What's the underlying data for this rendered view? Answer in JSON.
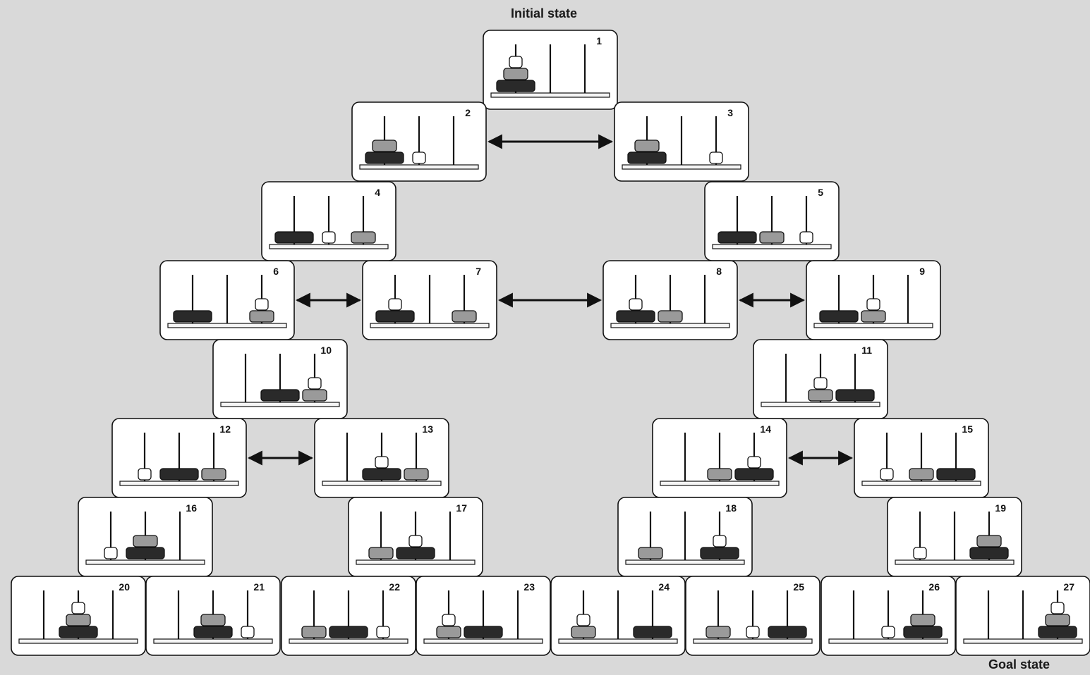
{
  "labels": {
    "initial": "Initial state",
    "goal": "Goal state"
  },
  "colors": {
    "background": "#d9d9d9",
    "panel": "#ffffff",
    "large_disk": "#2a2a2a",
    "medium_disk": "#9a9a9a",
    "small_disk": "#ffffff",
    "edge": "#111111"
  },
  "states": [
    {
      "id": 1,
      "label": "1",
      "pegs": [
        [
          "L",
          "M",
          "S"
        ],
        [],
        []
      ]
    },
    {
      "id": 2,
      "label": "2",
      "pegs": [
        [
          "L",
          "M"
        ],
        [
          "S"
        ],
        []
      ]
    },
    {
      "id": 3,
      "label": "3",
      "pegs": [
        [
          "L",
          "M"
        ],
        [],
        [
          "S"
        ]
      ]
    },
    {
      "id": 4,
      "label": "4",
      "pegs": [
        [
          "L"
        ],
        [
          "S"
        ],
        [
          "M"
        ]
      ]
    },
    {
      "id": 5,
      "label": "5",
      "pegs": [
        [
          "L"
        ],
        [
          "M"
        ],
        [
          "S"
        ]
      ]
    },
    {
      "id": 6,
      "label": "6",
      "pegs": [
        [
          "L"
        ],
        [],
        [
          "M",
          "S"
        ]
      ]
    },
    {
      "id": 7,
      "label": "7",
      "pegs": [
        [
          "L",
          "S"
        ],
        [],
        [
          "M"
        ]
      ]
    },
    {
      "id": 8,
      "label": "8",
      "pegs": [
        [
          "L",
          "S"
        ],
        [
          "M"
        ],
        []
      ]
    },
    {
      "id": 9,
      "label": "9",
      "pegs": [
        [
          "L"
        ],
        [
          "M",
          "S"
        ],
        []
      ]
    },
    {
      "id": 10,
      "label": "10",
      "pegs": [
        [],
        [
          "L"
        ],
        [
          "M",
          "S"
        ]
      ]
    },
    {
      "id": 11,
      "label": "11",
      "pegs": [
        [],
        [
          "M",
          "S"
        ],
        [
          "L"
        ]
      ]
    },
    {
      "id": 12,
      "label": "12",
      "pegs": [
        [
          "S"
        ],
        [
          "L"
        ],
        [
          "M"
        ]
      ]
    },
    {
      "id": 13,
      "label": "13",
      "pegs": [
        [],
        [
          "L",
          "S"
        ],
        [
          "M"
        ]
      ]
    },
    {
      "id": 14,
      "label": "14",
      "pegs": [
        [],
        [
          "M"
        ],
        [
          "L",
          "S"
        ]
      ]
    },
    {
      "id": 15,
      "label": "15",
      "pegs": [
        [
          "S"
        ],
        [
          "M"
        ],
        [
          "L"
        ]
      ]
    },
    {
      "id": 16,
      "label": "16",
      "pegs": [
        [
          "S"
        ],
        [
          "L",
          "M"
        ],
        []
      ]
    },
    {
      "id": 17,
      "label": "17",
      "pegs": [
        [
          "M"
        ],
        [
          "L",
          "S"
        ],
        []
      ]
    },
    {
      "id": 18,
      "label": "18",
      "pegs": [
        [
          "M"
        ],
        [],
        [
          "L",
          "S"
        ]
      ]
    },
    {
      "id": 19,
      "label": "19",
      "pegs": [
        [
          "S"
        ],
        [],
        [
          "L",
          "M"
        ]
      ]
    },
    {
      "id": 20,
      "label": "20",
      "pegs": [
        [],
        [
          "L",
          "M",
          "S"
        ],
        []
      ]
    },
    {
      "id": 21,
      "label": "21",
      "pegs": [
        [],
        [
          "L",
          "M"
        ],
        [
          "S"
        ]
      ]
    },
    {
      "id": 22,
      "label": "22",
      "pegs": [
        [
          "M"
        ],
        [
          "L"
        ],
        [
          "S"
        ]
      ]
    },
    {
      "id": 23,
      "label": "23",
      "pegs": [
        [
          "M",
          "S"
        ],
        [
          "L"
        ],
        []
      ]
    },
    {
      "id": 24,
      "label": "24",
      "pegs": [
        [
          "M",
          "S"
        ],
        [],
        [
          "L"
        ]
      ]
    },
    {
      "id": 25,
      "label": "25",
      "pegs": [
        [
          "M"
        ],
        [
          "S"
        ],
        [
          "L"
        ]
      ]
    },
    {
      "id": 26,
      "label": "26",
      "pegs": [
        [],
        [
          "S"
        ],
        [
          "L",
          "M"
        ]
      ]
    },
    {
      "id": 27,
      "label": "27",
      "pegs": [
        [],
        [],
        [
          "L",
          "M",
          "S"
        ]
      ]
    }
  ],
  "connections": [
    [
      2,
      3
    ],
    [
      6,
      7
    ],
    [
      7,
      8
    ],
    [
      8,
      9
    ],
    [
      12,
      13
    ],
    [
      14,
      15
    ]
  ]
}
